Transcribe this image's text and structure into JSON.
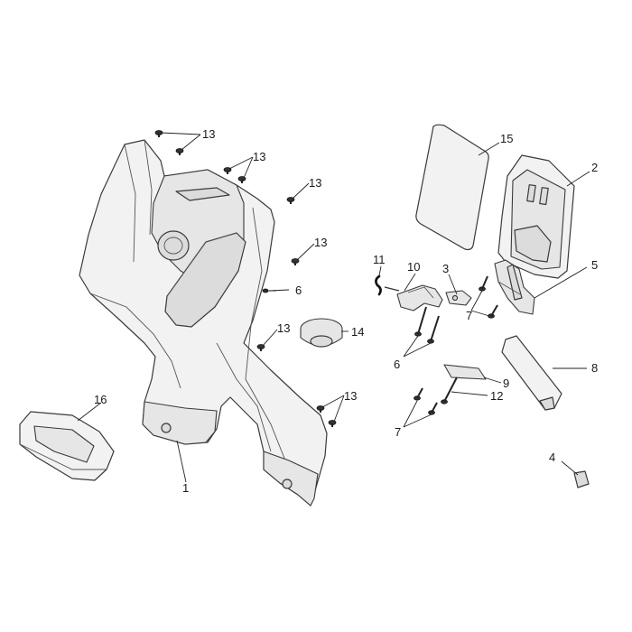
{
  "callouts": {
    "c1": "1",
    "c2": "2",
    "c3": "3",
    "c4": "4",
    "c5": "5",
    "c6a": "6",
    "c6b": "6",
    "c7a": "7",
    "c7b": "7",
    "c8": "8",
    "c9": "9",
    "c10": "10",
    "c11": "11",
    "c12": "12",
    "c13a": "13",
    "c13b": "13",
    "c13c": "13",
    "c13d": "13",
    "c13e": "13",
    "c13f": "13",
    "c14": "14",
    "c15": "15",
    "c16": "16"
  }
}
